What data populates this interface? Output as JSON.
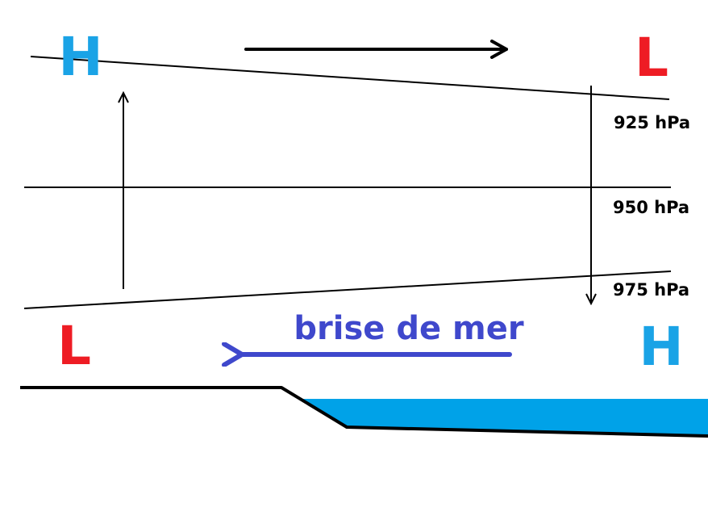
{
  "upper_high": {
    "letter": "H"
  },
  "upper_low": {
    "letter": "L"
  },
  "surface_low": {
    "letter": "L"
  },
  "surface_high": {
    "letter": "H"
  },
  "levels": {
    "p925": "925 hPa",
    "p950": "950 hPa",
    "p975": "975 hPa"
  },
  "breeze": {
    "label": "brise de mer"
  },
  "colors": {
    "high": "#1aa3e6",
    "low": "#ee1c24",
    "breeze": "#3f48cc",
    "sea": "#00a2e8",
    "lines": "#000000"
  }
}
